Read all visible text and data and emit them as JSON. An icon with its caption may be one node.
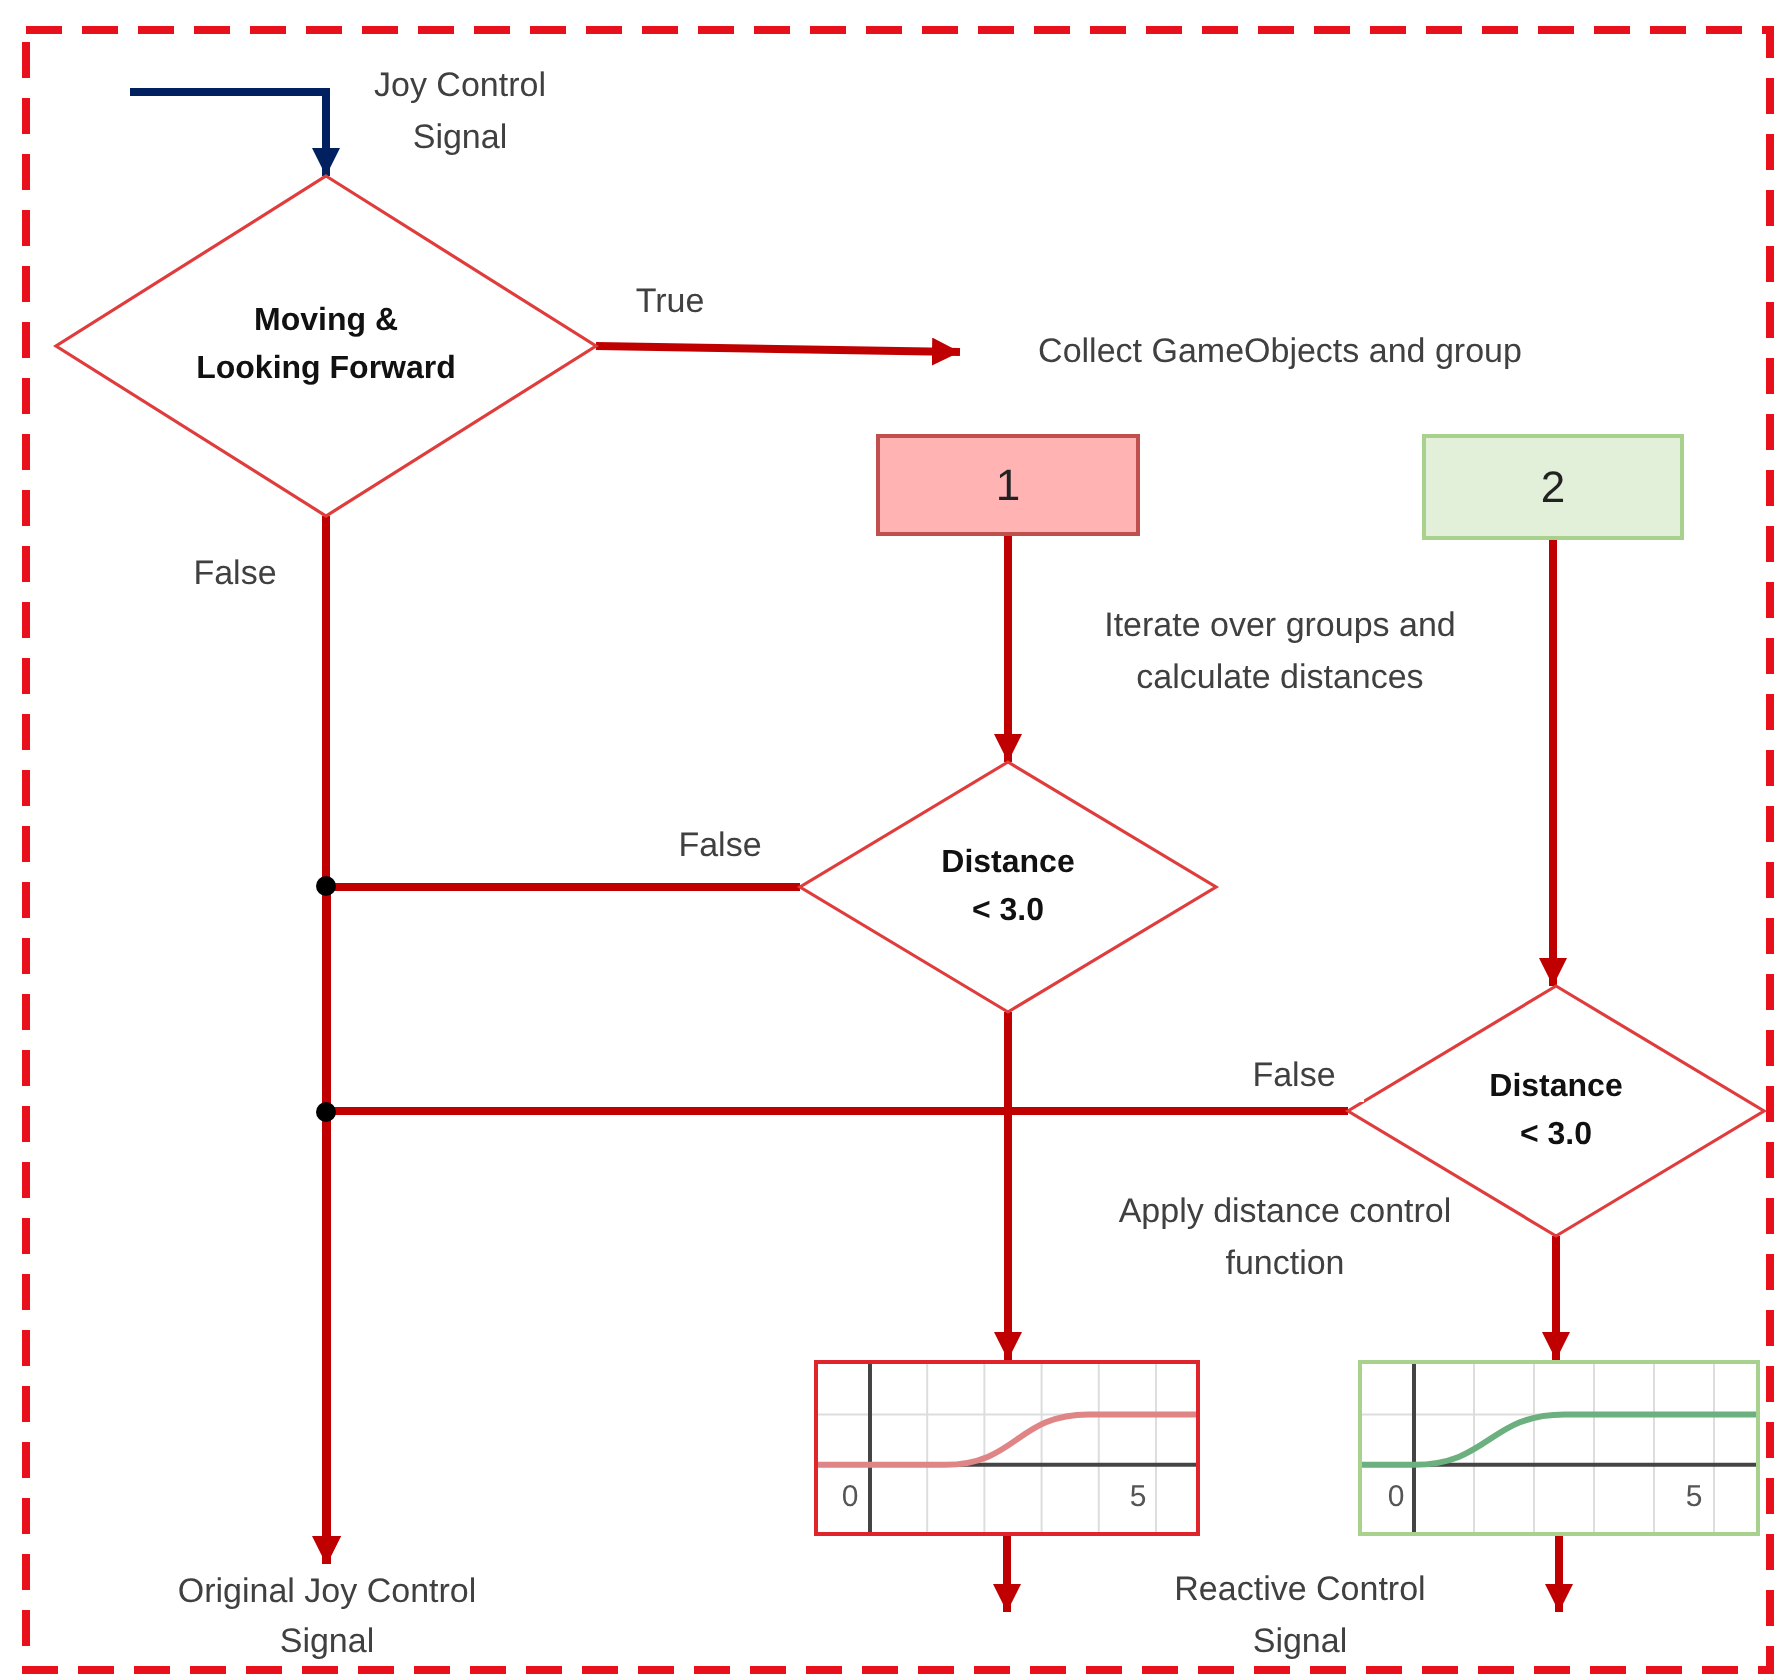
{
  "diagram": {
    "nodes": [
      {
        "text": [
          "Moving & Looking Forward"
        ]
      },
      {
        "text": [
          "Collect GameObjects and group"
        ]
      },
      {
        "text": [
          "1"
        ]
      },
      {
        "text": [
          "2"
        ]
      },
      {
        "text": [
          "Distance < 3.0"
        ]
      },
      {
        "text": [
          "Distance < 3.0"
        ]
      },
      {
        "text": [],
        "shape": "picture"
      },
      {
        "text": [],
        "shape": "picture"
      },
      {
        "text": [
          "Original Joy Control Signal"
        ]
      }
    ],
    "edges": [
      {
        "from": null,
        "to": 0,
        "arrow": "to",
        "label": "Joy Control Signal",
        "color": "#002060"
      },
      {
        "from": 0,
        "to": 1,
        "arrow": "to",
        "label": "True"
      },
      {
        "from": 0,
        "to": 8,
        "arrow": "to",
        "label": "False"
      },
      {
        "from": 2,
        "to": 4,
        "arrow": "to",
        "label": "Iterate over groups and calculate distances"
      },
      {
        "from": 4,
        "to": 8,
        "arrow": "to",
        "label": "False"
      },
      {
        "from": 3,
        "to": 5,
        "arrow": "to"
      },
      {
        "from": 5,
        "to": 8,
        "arrow": "to",
        "label": "False"
      },
      {
        "from": 4,
        "to": 6,
        "arrow": "to"
      },
      {
        "from": 5,
        "to": 7,
        "arrow": "to",
        "label": "Apply distance control function"
      },
      {
        "from": 6,
        "to": null,
        "arrow": "to"
      },
      {
        "from": 7,
        "to": null,
        "arrow": "to"
      }
    ],
    "labels": [
      "0",
      "5",
      "0",
      "5",
      "Reactive Control Signal"
    ]
  }
}
